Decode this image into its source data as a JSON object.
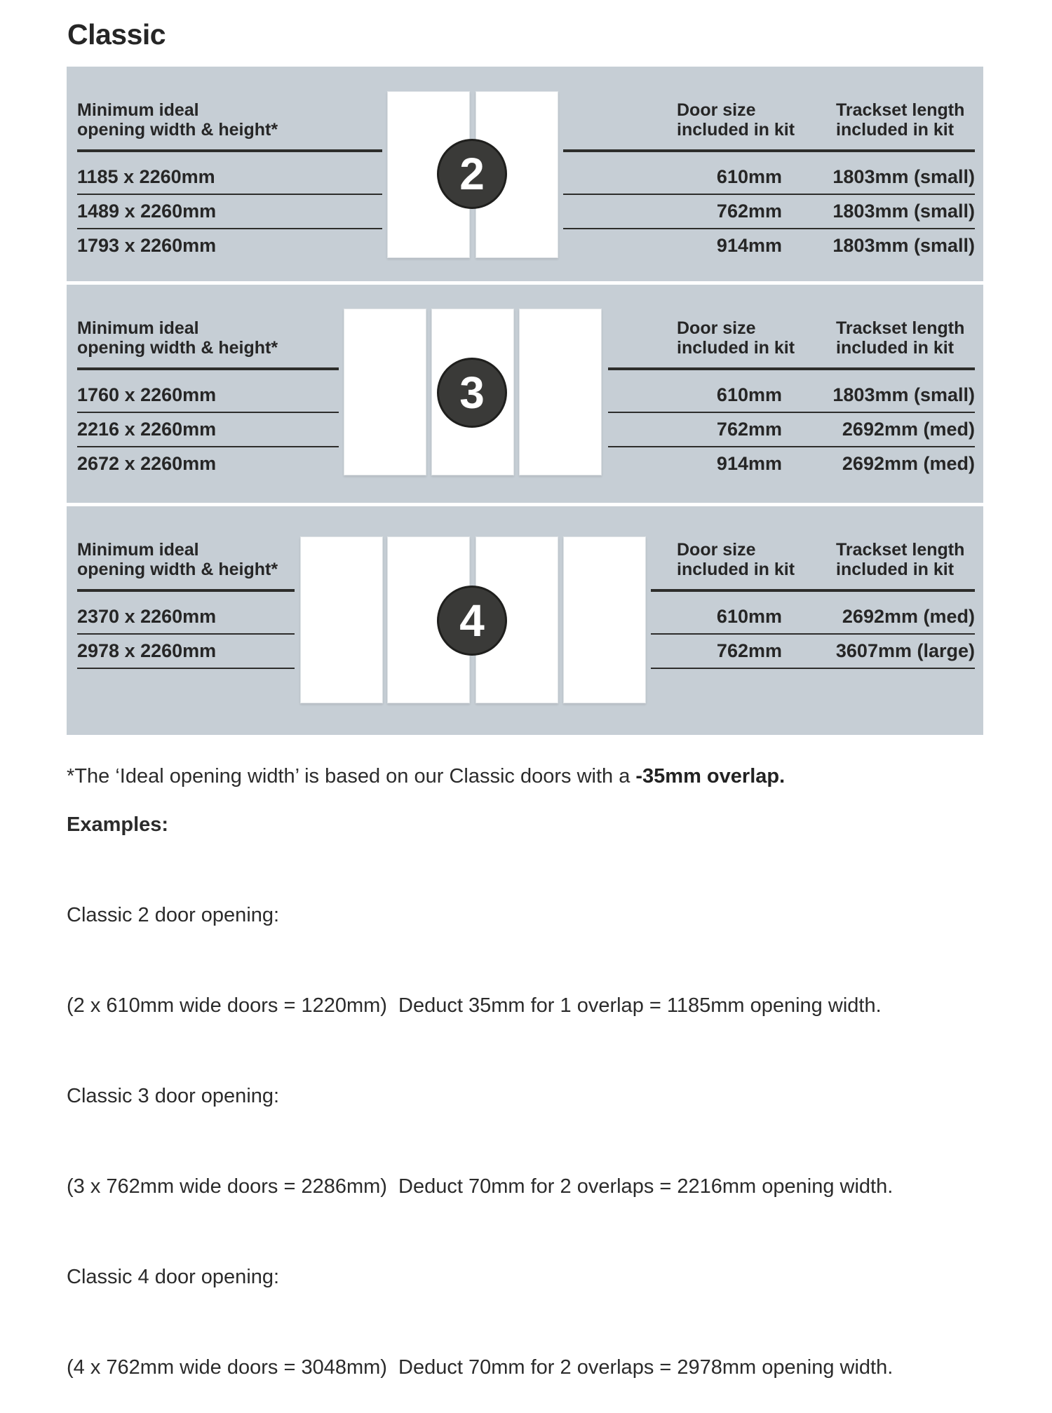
{
  "title": "Classic",
  "colors": {
    "panel_background": "#c6ced5",
    "rule_lines": "#2d2d2b",
    "badge_background": "#3a3a38",
    "badge_text": "#ffffff",
    "door_fill": "#ffffff",
    "text": "#262626"
  },
  "panel": {
    "opening_header_line1": "Minimum ideal",
    "opening_header_line2": "opening width & height*",
    "door_size_header_line1": "Door size",
    "door_size_header_line2": "included in kit",
    "trackset_header_line1": "Trackset length",
    "trackset_header_line2": "included in kit",
    "sections": [
      {
        "badge": "2",
        "door_count": 2,
        "rows": [
          {
            "opening": "1185 x 2260mm",
            "door_size": "610mm",
            "trackset": "1803mm (small)"
          },
          {
            "opening": "1489 x 2260mm",
            "door_size": "762mm",
            "trackset": "1803mm (small)"
          },
          {
            "opening": "1793 x 2260mm",
            "door_size": "914mm",
            "trackset": "1803mm (small)"
          }
        ]
      },
      {
        "badge": "3",
        "door_count": 3,
        "rows": [
          {
            "opening": "1760 x 2260mm",
            "door_size": "610mm",
            "trackset": "1803mm (small)"
          },
          {
            "opening": "2216 x 2260mm",
            "door_size": "762mm",
            "trackset": "2692mm (med)"
          },
          {
            "opening": "2672 x 2260mm",
            "door_size": "914mm",
            "trackset": "2692mm (med)"
          }
        ]
      },
      {
        "badge": "4",
        "door_count": 4,
        "rows": [
          {
            "opening": "2370 x 2260mm",
            "door_size": "610mm",
            "trackset": "2692mm (med)"
          },
          {
            "opening": "2978 x 2260mm",
            "door_size": "762mm",
            "trackset": "3607mm (large)"
          }
        ]
      }
    ]
  },
  "footnote": {
    "prefix": "*The ‘Ideal opening width’ is based on our Classic doors with a ",
    "bold": "-35mm overlap."
  },
  "examples": {
    "heading": "Examples:",
    "items": [
      {
        "label": "Classic 2 door opening:",
        "detail": "(2 x 610mm wide doors = 1220mm)  Deduct 35mm for 1 overlap = 1185mm opening width."
      },
      {
        "label": "Classic 3 door opening:",
        "detail": "(3 x 762mm wide doors = 2286mm)  Deduct 70mm for 2 overlaps = 2216mm opening width."
      },
      {
        "label": "Classic 4 door opening:",
        "detail": "(4 x 762mm wide doors = 3048mm)  Deduct 70mm for 2 overlaps = 2978mm opening width."
      }
    ]
  }
}
